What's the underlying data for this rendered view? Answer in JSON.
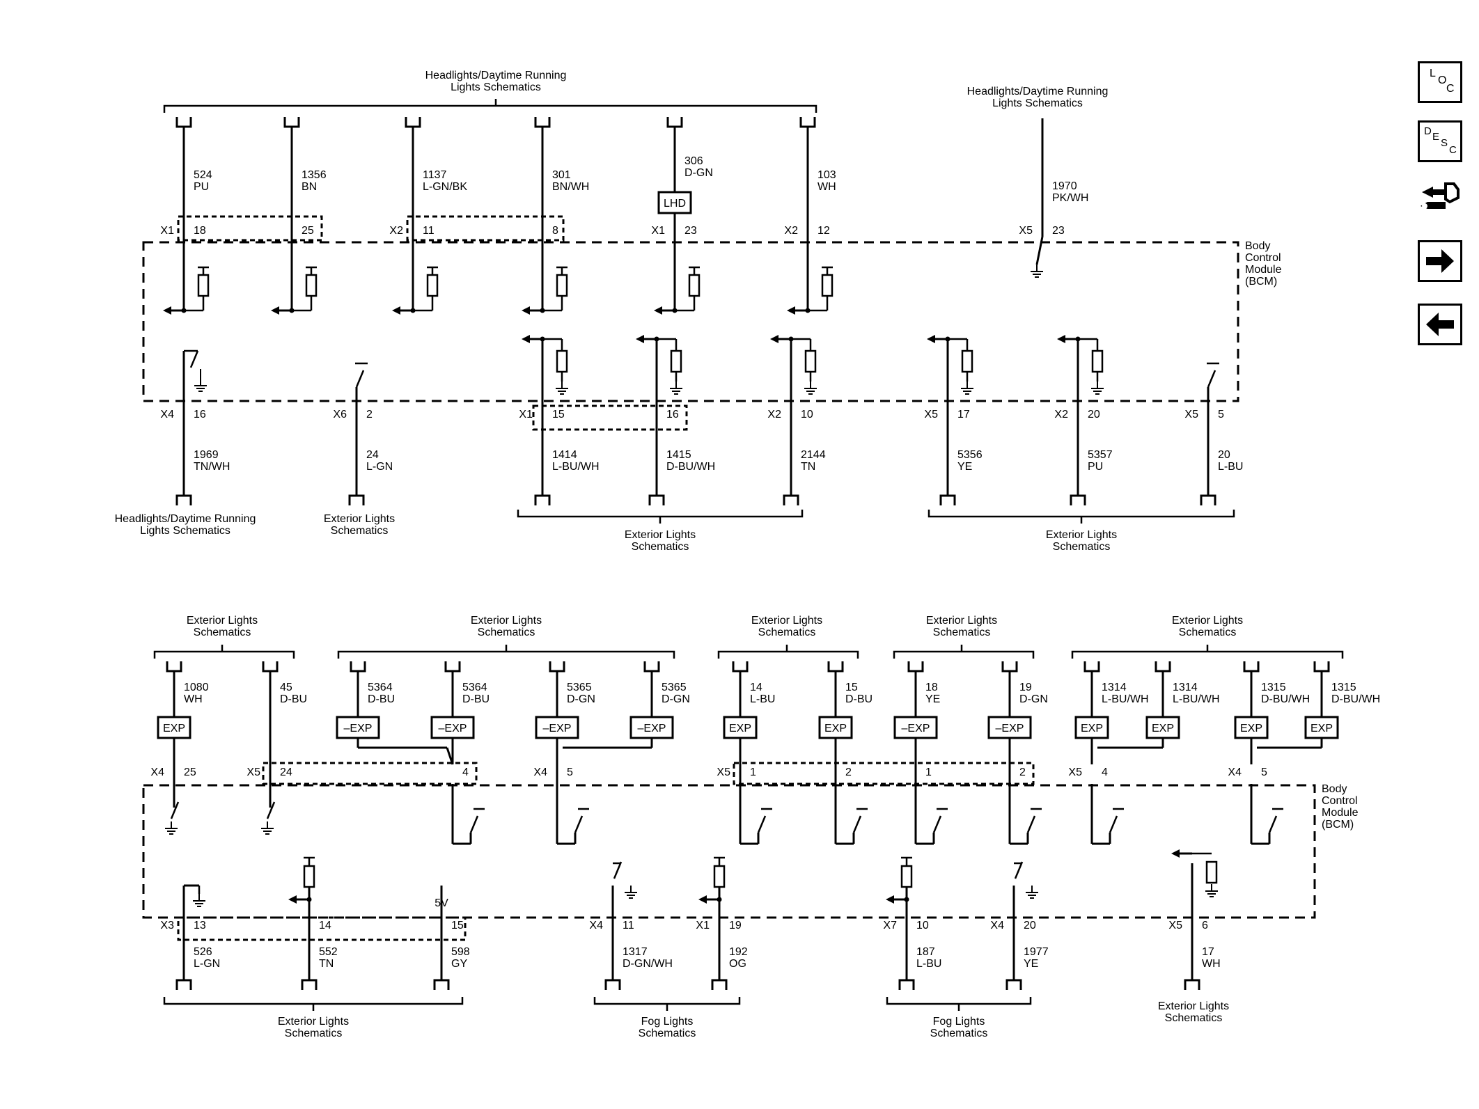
{
  "module_name": "Body Control Module (BCM)",
  "nav": {
    "loc_label": "LOC",
    "desc_label": "DESC"
  },
  "top": {
    "group_top_a": "Headlights/Daytime Running Lights Schematics",
    "group_top_b": "Headlights/Daytime Running Lights Schematics",
    "inputs": [
      {
        "conn": "X1",
        "pin": "18",
        "circuit": "524",
        "color": "PU"
      },
      {
        "conn": "",
        "pin": "25",
        "circuit": "1356",
        "color": "BN"
      },
      {
        "conn": "X2",
        "pin": "11",
        "circuit": "1137",
        "color": "L-GN/BK"
      },
      {
        "conn": "",
        "pin": "8",
        "circuit": "301",
        "color": "BN/WH"
      },
      {
        "conn": "X1",
        "pin": "23",
        "circuit": "306",
        "color": "D-GN",
        "option": "LHD"
      },
      {
        "conn": "X2",
        "pin": "12",
        "circuit": "103",
        "color": "WH"
      },
      {
        "conn": "X5",
        "pin": "23",
        "circuit": "1970",
        "color": "PK/WH"
      }
    ],
    "outputs": [
      {
        "conn": "X4",
        "pin": "16",
        "circuit": "1969",
        "color": "TN/WH"
      },
      {
        "conn": "X6",
        "pin": "2",
        "circuit": "24",
        "color": "L-GN"
      },
      {
        "conn": "X1",
        "pin": "15",
        "circuit": "1414",
        "color": "L-BU/WH"
      },
      {
        "conn": "",
        "pin": "16",
        "circuit": "1415",
        "color": "D-BU/WH"
      },
      {
        "conn": "X2",
        "pin": "10",
        "circuit": "2144",
        "color": "TN"
      },
      {
        "conn": "X5",
        "pin": "17",
        "circuit": "5356",
        "color": "YE"
      },
      {
        "conn": "X2",
        "pin": "20",
        "circuit": "5357",
        "color": "PU"
      },
      {
        "conn": "X5",
        "pin": "5",
        "circuit": "20",
        "color": "L-BU"
      }
    ],
    "dest_a": "Headlights/Daytime Running Lights Schematics",
    "dest_b": "Exterior Lights Schematics",
    "dest_c": "Exterior Lights Schematics",
    "dest_d": "Exterior Lights Schematics"
  },
  "bottom": {
    "groups": [
      "Exterior Lights Schematics",
      "Exterior Lights Schematics",
      "Exterior Lights Schematics",
      "Exterior Lights Schematics",
      "Exterior Lights Schematics"
    ],
    "inputs": [
      {
        "conn": "X4",
        "pin": "25",
        "circuit": "1080",
        "color": "WH",
        "option": "EXP"
      },
      {
        "conn": "X5",
        "pin": "24",
        "circuit": "45",
        "color": "D-BU",
        "option": ""
      },
      {
        "conn": "",
        "pin": "",
        "circuit": "5364",
        "color": "D-BU",
        "option": "–EXP"
      },
      {
        "conn": "",
        "pin": "4",
        "circuit": "5364",
        "color": "D-BU",
        "option": "–EXP"
      },
      {
        "conn": "",
        "pin": "",
        "circuit": "5365",
        "color": "D-GN",
        "option": "–EXP"
      },
      {
        "conn": "X4",
        "pin": "5",
        "circuit": "5365",
        "color": "D-GN",
        "option": "–EXP"
      },
      {
        "conn": "X5",
        "pin": "1",
        "circuit": "14",
        "color": "L-BU",
        "option": "EXP"
      },
      {
        "conn": "",
        "pin": "2",
        "circuit": "15",
        "color": "D-BU",
        "option": "EXP"
      },
      {
        "conn": "",
        "pin": "1",
        "circuit": "18",
        "color": "YE",
        "option": "–EXP"
      },
      {
        "conn": "",
        "pin": "2",
        "circuit": "19",
        "color": "D-GN",
        "option": "–EXP"
      },
      {
        "conn": "X5",
        "pin": "4",
        "circuit": "1314",
        "color": "L-BU/WH",
        "option": "EXP"
      },
      {
        "conn": "",
        "pin": "",
        "circuit": "1314",
        "color": "L-BU/WH",
        "option": "EXP"
      },
      {
        "conn": "X4",
        "pin": "5",
        "circuit": "1315",
        "color": "D-BU/WH",
        "option": "EXP"
      },
      {
        "conn": "",
        "pin": "",
        "circuit": "1315",
        "color": "D-BU/WH",
        "option": "EXP"
      }
    ],
    "outputs": [
      {
        "conn": "X3",
        "pin": "13",
        "circuit": "526",
        "color": "L-GN"
      },
      {
        "conn": "",
        "pin": "14",
        "circuit": "552",
        "color": "TN"
      },
      {
        "conn": "",
        "pin": "15",
        "circuit": "598",
        "color": "GY"
      },
      {
        "conn": "X4",
        "pin": "11",
        "circuit": "1317",
        "color": "D-GN/WH"
      },
      {
        "conn": "X1",
        "pin": "19",
        "circuit": "192",
        "color": "OG"
      },
      {
        "conn": "X7",
        "pin": "10",
        "circuit": "187",
        "color": "L-BU"
      },
      {
        "conn": "X4",
        "pin": "20",
        "circuit": "1977",
        "color": "YE"
      },
      {
        "conn": "X5",
        "pin": "6",
        "circuit": "17",
        "color": "WH"
      }
    ],
    "voltage": "5V",
    "dest_a": "Exterior Lights Schematics",
    "dest_b": "Fog Lights Schematics",
    "dest_c": "Fog Lights Schematics",
    "dest_d": "Exterior Lights Schematics"
  }
}
